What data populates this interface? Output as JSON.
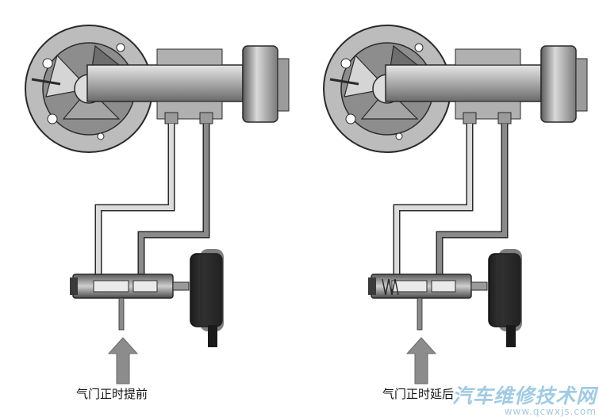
{
  "figure": {
    "left_caption": "气门正时提前",
    "right_caption": "气门正时延后"
  },
  "watermark": {
    "name": "汽车维修技术网",
    "url": "www.qcwxjs.com"
  },
  "colors": {
    "housing": "#b9b9b9",
    "housing_dark": "#6f6f6f",
    "oil_pressure": "#8a8a8a",
    "oil_drain": "#d8d8d8",
    "arrow": "#8c8c8c",
    "outline": "#2a2a2a"
  },
  "icons": [
    "vvt-phaser",
    "camshaft",
    "oil-control-valve",
    "solenoid-coil",
    "oil-supply-arrow"
  ]
}
